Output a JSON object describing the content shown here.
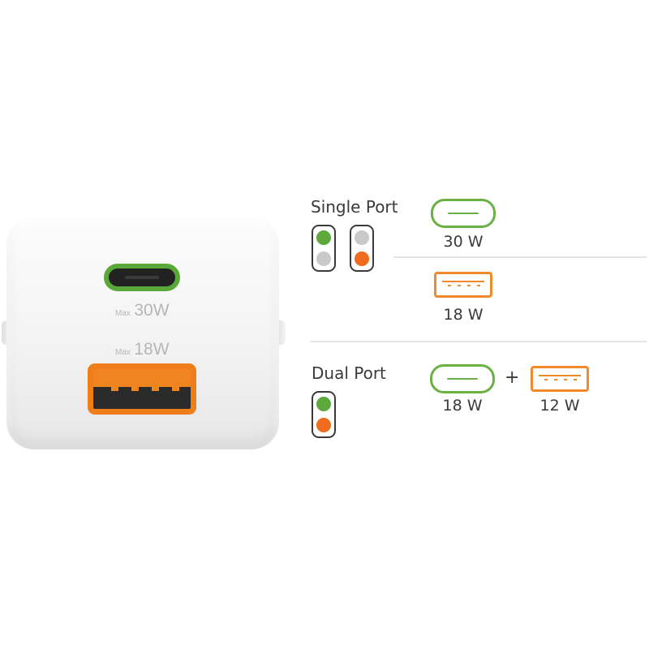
{
  "charger": {
    "usb_c_prefix": "Max",
    "usb_c_value": "30W",
    "usb_a_prefix": "Max",
    "usb_a_value": "18W",
    "colors": {
      "usb_c": "#5aa83a",
      "usb_a": "#ef7d1a"
    }
  },
  "single_port": {
    "heading": "Single Port",
    "indicators": [
      {
        "top": "green",
        "bottom": "grey"
      },
      {
        "top": "grey",
        "bottom": "orange"
      }
    ],
    "usb_c_output": "30 W",
    "usb_a_output": "18 W"
  },
  "dual_port": {
    "heading": "Dual Port",
    "indicator": {
      "top": "green",
      "bottom": "orange"
    },
    "plus": "+",
    "usb_c_output": "18 W",
    "usb_a_output": "12 W"
  },
  "icons": [
    "usb-c-port-icon",
    "usb-a-port-icon",
    "led-indicator-icon"
  ],
  "colors": {
    "green": "#5ea93d",
    "orange": "#ef6b1e",
    "grey": "#c9c9c9",
    "text": "#3a3a3a"
  }
}
